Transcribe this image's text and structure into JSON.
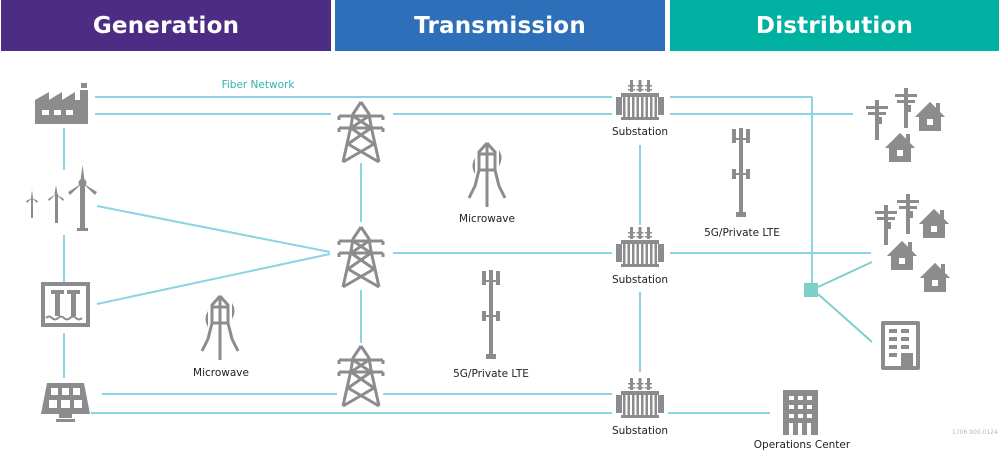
{
  "headers": {
    "generation": "Generation",
    "transmission": "Transmission",
    "distribution": "Distribution"
  },
  "colors": {
    "generation": "#4d2c84",
    "transmission": "#2d70b9",
    "distribution": "#00b0a0",
    "fiber_line": "#8dd3e6",
    "junction": "#7ecfc9",
    "icon": "#8c8c8e"
  },
  "labels": {
    "fiber_network": "Fiber Network",
    "microwave_generation": "Microwave",
    "microwave_transmission": "Microwave",
    "lte_transmission": "5G/Private LTE",
    "lte_distribution": "5G/Private LTE",
    "substation_top": "Substation",
    "substation_middle": "Substation",
    "substation_bottom": "Substation",
    "operations_center": "Operations Center",
    "figure_code": "1706.900.0124"
  },
  "icons": {
    "generation": [
      "factory-icon",
      "wind-turbines-icon",
      "hydro-dam-icon",
      "solar-panel-icon"
    ],
    "transmission": [
      "transmission-tower-icon",
      "transmission-tower-icon",
      "transmission-tower-icon",
      "microwave-tower-icon",
      "cell-tower-icon"
    ],
    "distribution": [
      "substation-icon",
      "substation-icon",
      "substation-icon",
      "cell-tower-icon",
      "homes-cluster-icon",
      "homes-cluster-icon",
      "office-building-icon",
      "operations-center-icon",
      "junction-node-icon"
    ]
  }
}
